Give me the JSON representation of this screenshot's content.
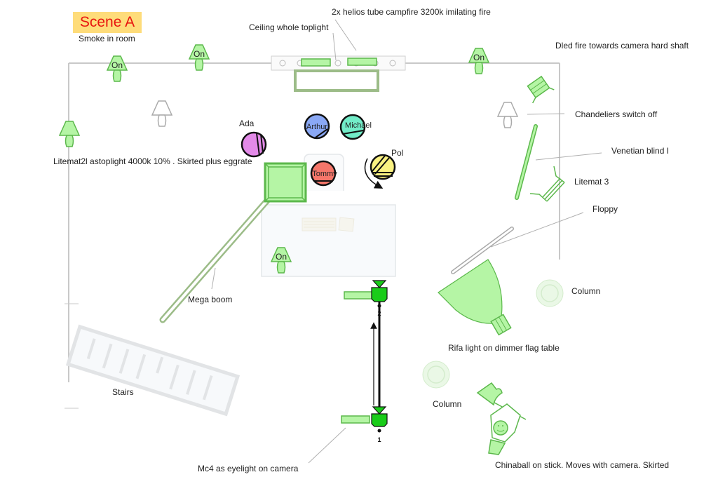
{
  "title": "Scene A",
  "colors": {
    "title_bg": "#fedc7a",
    "title_text": "#e8150f",
    "lamp_fill": "#b5f5a5",
    "lamp_stroke": "#5cb84c",
    "camera_fill": "#19cc19",
    "boom": "#9cbc88",
    "wall": "#c8c8c8"
  },
  "notes": {
    "smoke": "Smoke in room",
    "ceiling_toplight": "Ceiling whole toplight",
    "helios": "2x helios tube campfire 3200k imilating fire",
    "dled": "Dled fire towards camera hard shaft",
    "chandeliers": "Chandeliers switch off",
    "venetian": "Venetian blind I",
    "litemat3": "Litemat 3",
    "floppy": "Floppy",
    "litemat2l": "Litemat2l astoplight 4000k 10% . Skirted plus eggrate",
    "mega_boom": "Mega boom",
    "column_right": "Column",
    "column_lower": "Column",
    "rifa": "Rifa light on dimmer flag table",
    "stairs": "Stairs",
    "mc4": "Mc4 as eyelight on camera",
    "chinaball": "Chinaball on stick. Moves with camera. Skirted"
  },
  "lamps": [
    {
      "name": "lamp-top-left",
      "label": "On",
      "state": "on"
    },
    {
      "name": "lamp-top-mid",
      "label": "On",
      "state": "on"
    },
    {
      "name": "lamp-top-right",
      "label": "On",
      "state": "on"
    },
    {
      "name": "lamp-table",
      "label": "On",
      "state": "on"
    },
    {
      "name": "lamp-left-wall",
      "label": "",
      "state": "on"
    },
    {
      "name": "chandelier-left",
      "label": "",
      "state": "off"
    },
    {
      "name": "chandelier-right",
      "label": "",
      "state": "off"
    }
  ],
  "actors": [
    {
      "name": "Ada",
      "color": "#e38ae8"
    },
    {
      "name": "Arthur",
      "color": "#8aa8f5"
    },
    {
      "name": "Michael",
      "color": "#72ecc8"
    },
    {
      "name": "Tommy",
      "color": "#f5766a"
    },
    {
      "name": "Pol",
      "color": "#faf282"
    }
  ],
  "cameras": [
    {
      "id": "2"
    },
    {
      "id": "1"
    }
  ]
}
